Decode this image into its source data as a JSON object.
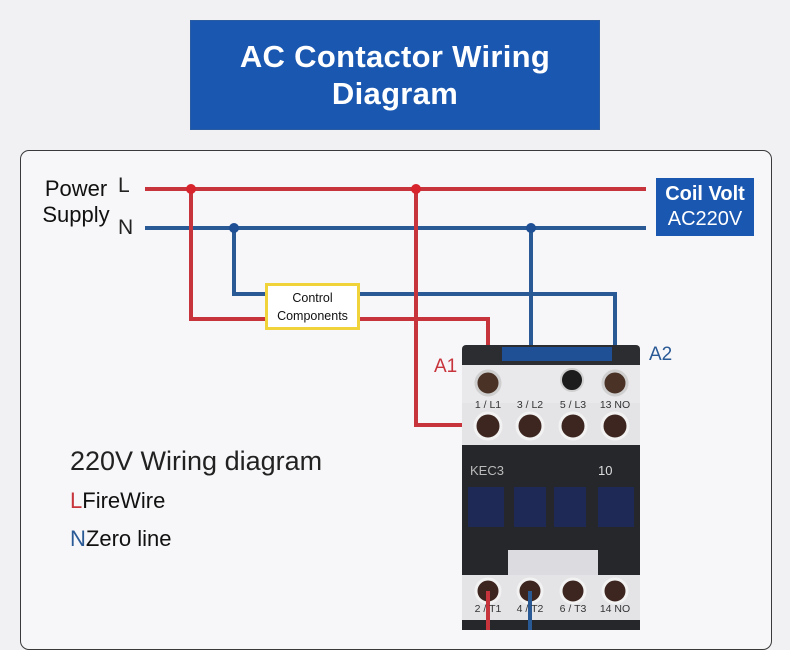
{
  "title": {
    "line1": "AC Contactor Wiring",
    "line2": "Diagram"
  },
  "power_supply": {
    "line1": "Power",
    "line2": "Supply",
    "l_label": "L",
    "n_label": "N"
  },
  "coil_volt": {
    "line1": "Coil Volt",
    "line2": "AC220V"
  },
  "control_components": {
    "line1": "Control",
    "line2": "Components"
  },
  "coil_terminals": {
    "a1": "A1",
    "a2": "A2"
  },
  "contactor": {
    "model": "KEC3",
    "aux_code": "10",
    "top_terminals": [
      "1 / L1",
      "3 / L2",
      "5 / L3",
      "13 NO"
    ],
    "bottom_terminals": [
      "2 / T1",
      "4 / T2",
      "6 / T3",
      "14 NO"
    ]
  },
  "wiring_title": "220V Wiring diagram",
  "legend": [
    {
      "key": "L",
      "text": "FireWire",
      "color": "#c8343c"
    },
    {
      "key": "N",
      "text": "Zero line",
      "color": "#2a5a96"
    }
  ],
  "colors": {
    "live": "#c8343c",
    "neutral": "#2a5a96",
    "banner": "#1a57b0",
    "control_border": "#f0d23a"
  }
}
